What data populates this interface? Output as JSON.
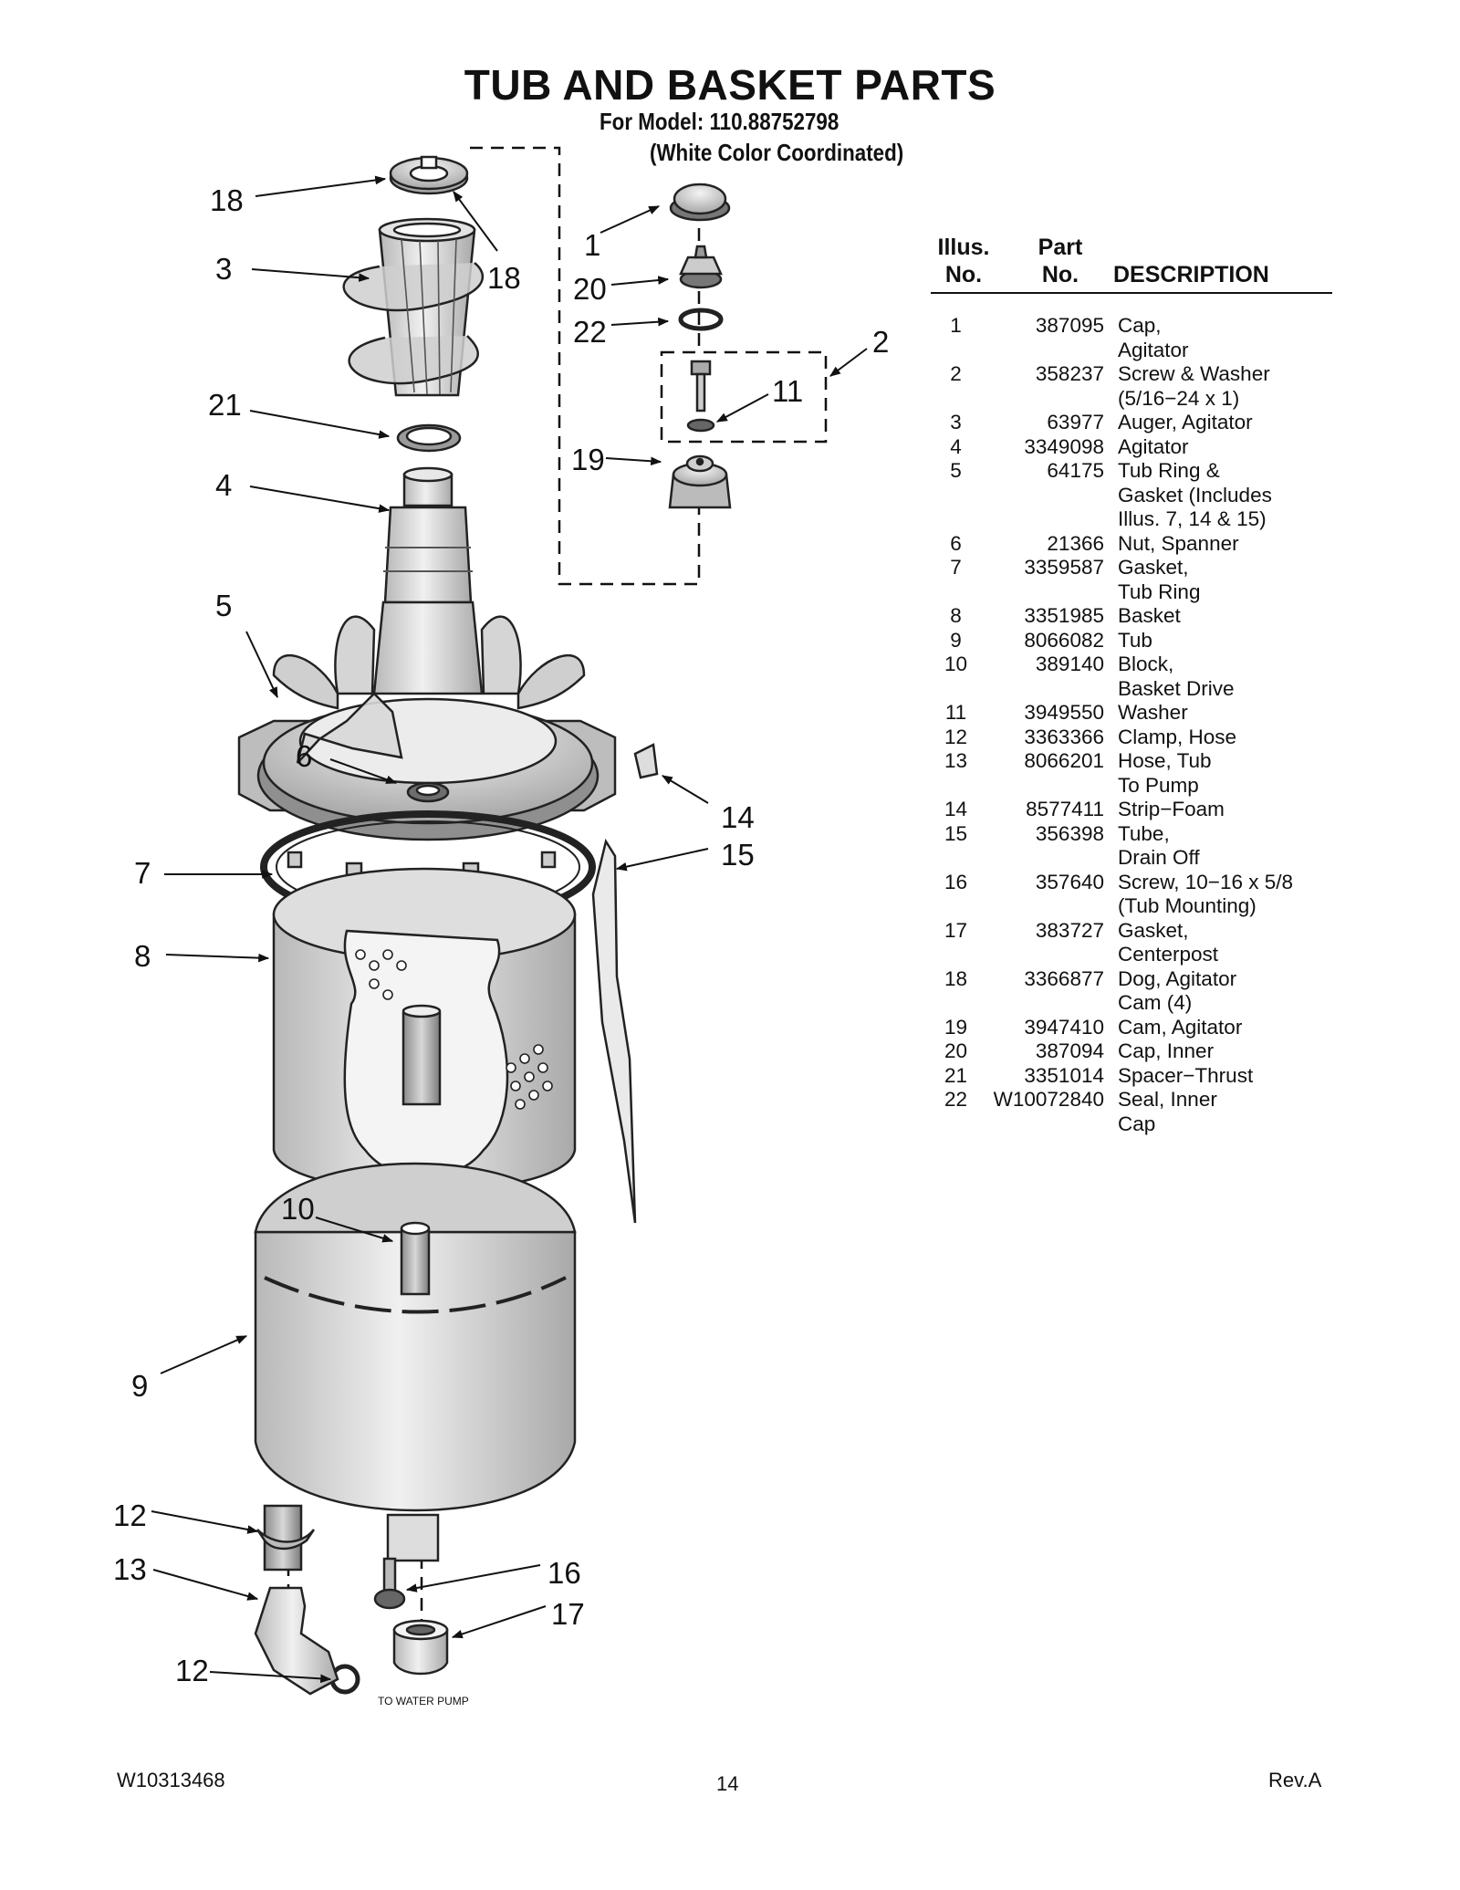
{
  "header": {
    "title": "TUB AND BASKET PARTS",
    "model_line": "For Model: 110.88752798",
    "color_line": "(White Color Coordinated)"
  },
  "diagram": {
    "callouts": [
      "18",
      "18",
      "3",
      "21",
      "4",
      "5",
      "6",
      "7",
      "8",
      "10",
      "9",
      "12",
      "13",
      "12",
      "1",
      "20",
      "22",
      "2",
      "11",
      "19",
      "14",
      "15",
      "16",
      "17"
    ],
    "water_pump_label": "TO WATER PUMP"
  },
  "table": {
    "headers": {
      "illus_line1": "Illus.",
      "illus_line2": "No.",
      "part_line1": "Part",
      "part_line2": "No.",
      "description": "DESCRIPTION"
    },
    "rows": [
      {
        "illus": "1",
        "part": "387095",
        "desc": [
          "Cap,",
          "Agitator"
        ]
      },
      {
        "illus": "2",
        "part": "358237",
        "desc": [
          "Screw & Washer",
          "(5/16−24 x 1)"
        ]
      },
      {
        "illus": "3",
        "part": "63977",
        "desc": [
          "Auger, Agitator"
        ]
      },
      {
        "illus": "4",
        "part": "3349098",
        "desc": [
          "Agitator"
        ]
      },
      {
        "illus": "5",
        "part": "64175",
        "desc": [
          "Tub Ring &",
          "Gasket (Includes",
          "Illus. 7, 14 & 15)"
        ]
      },
      {
        "illus": "6",
        "part": "21366",
        "desc": [
          "Nut, Spanner"
        ]
      },
      {
        "illus": "7",
        "part": "3359587",
        "desc": [
          "Gasket,",
          "Tub Ring"
        ]
      },
      {
        "illus": "8",
        "part": "3351985",
        "desc": [
          "Basket"
        ]
      },
      {
        "illus": "9",
        "part": "8066082",
        "desc": [
          "Tub"
        ]
      },
      {
        "illus": "10",
        "part": "389140",
        "desc": [
          "Block,",
          "Basket Drive"
        ]
      },
      {
        "illus": "11",
        "part": "3949550",
        "desc": [
          "Washer"
        ]
      },
      {
        "illus": "12",
        "part": "3363366",
        "desc": [
          "Clamp, Hose"
        ]
      },
      {
        "illus": "13",
        "part": "8066201",
        "desc": [
          "Hose, Tub",
          "To Pump"
        ]
      },
      {
        "illus": "14",
        "part": "8577411",
        "desc": [
          "Strip−Foam"
        ]
      },
      {
        "illus": "15",
        "part": "356398",
        "desc": [
          "Tube,",
          "Drain Off"
        ]
      },
      {
        "illus": "16",
        "part": "357640",
        "desc": [
          "Screw, 10−16 x 5/8",
          "(Tub Mounting)"
        ]
      },
      {
        "illus": "17",
        "part": "383727",
        "desc": [
          "Gasket,",
          "Centerpost"
        ]
      },
      {
        "illus": "18",
        "part": "3366877",
        "desc": [
          "Dog, Agitator",
          "Cam (4)"
        ]
      },
      {
        "illus": "19",
        "part": "3947410",
        "desc": [
          "Cam, Agitator"
        ]
      },
      {
        "illus": "20",
        "part": "387094",
        "desc": [
          "Cap, Inner"
        ]
      },
      {
        "illus": "21",
        "part": "3351014",
        "desc": [
          "Spacer−Thrust"
        ]
      },
      {
        "illus": "22",
        "part": "W10072840",
        "desc": [
          "Seal, Inner",
          "Cap"
        ]
      }
    ]
  },
  "footer": {
    "doc_number": "W10313468",
    "page_number": "14",
    "revision": "Rev.A"
  }
}
